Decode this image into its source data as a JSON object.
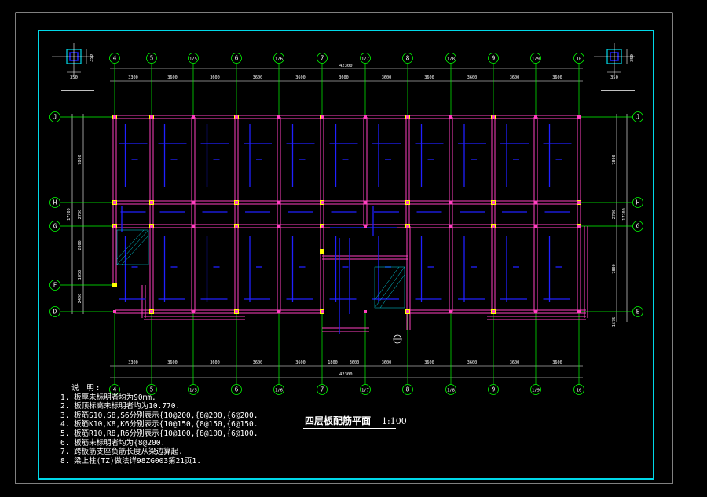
{
  "drawing": {
    "title": "四层板配筋平面",
    "scale": "1:100",
    "top_axes": [
      "4",
      "5",
      "1/5",
      "6",
      "1/6",
      "7",
      "1/7",
      "8",
      "1/8",
      "9",
      "1/9",
      "10"
    ],
    "bottom_axes": [
      "4",
      "5",
      "1/5",
      "6",
      "1/6",
      "7",
      "1/7",
      "8",
      "1/8",
      "9",
      "1/9",
      "10"
    ],
    "row_axes": [
      "J",
      "H",
      "G",
      "F",
      "D",
      "E"
    ],
    "top_dims": [
      "3300",
      "3600",
      "3600",
      "3600",
      "3600",
      "3600",
      "3600",
      "3600",
      "3600",
      "3600",
      "3600"
    ],
    "bottom_dims": [
      "3300",
      "3600",
      "3600",
      "3600",
      "3600",
      "1800",
      "3600",
      "3600",
      "3600",
      "3600",
      "3600",
      "3600"
    ],
    "total_dim": "42300",
    "left_dims": [
      "7800",
      "2700",
      "2800",
      "1850",
      "2400",
      "17700"
    ],
    "right_dims": [
      "7800",
      "2700",
      "7800",
      "17700",
      "1675"
    ],
    "column_detail_dims": [
      "350",
      "350"
    ]
  },
  "notes": {
    "heading": "说 明:",
    "items": [
      "1. 板厚未标明者均为90mm.",
      "2. 板顶标高未标明者均为10.770.",
      "3. 板筋S10,S8,S6分别表示{10@200,{8@200,{6@200.",
      "4. 板筋K10,K8,K6分别表示{10@150,{8@150,{6@150.",
      "5. 板筋R10,R8,R6分别表示{10@100,{8@100,{6@100.",
      "6. 板筋未标明者均为{8@200.",
      "7. 跨板筋支座负筋长度从梁边算起.",
      "8. 梁上柱(TZ)做法详98ZG003第21页1."
    ]
  },
  "colors": {
    "background": "#000000",
    "frame": "#00d8e8",
    "axis": "#00ff00",
    "wall": "#ff40c0",
    "rebar": "#2020ff",
    "column": "#ffff00",
    "text": "#ffffff"
  }
}
